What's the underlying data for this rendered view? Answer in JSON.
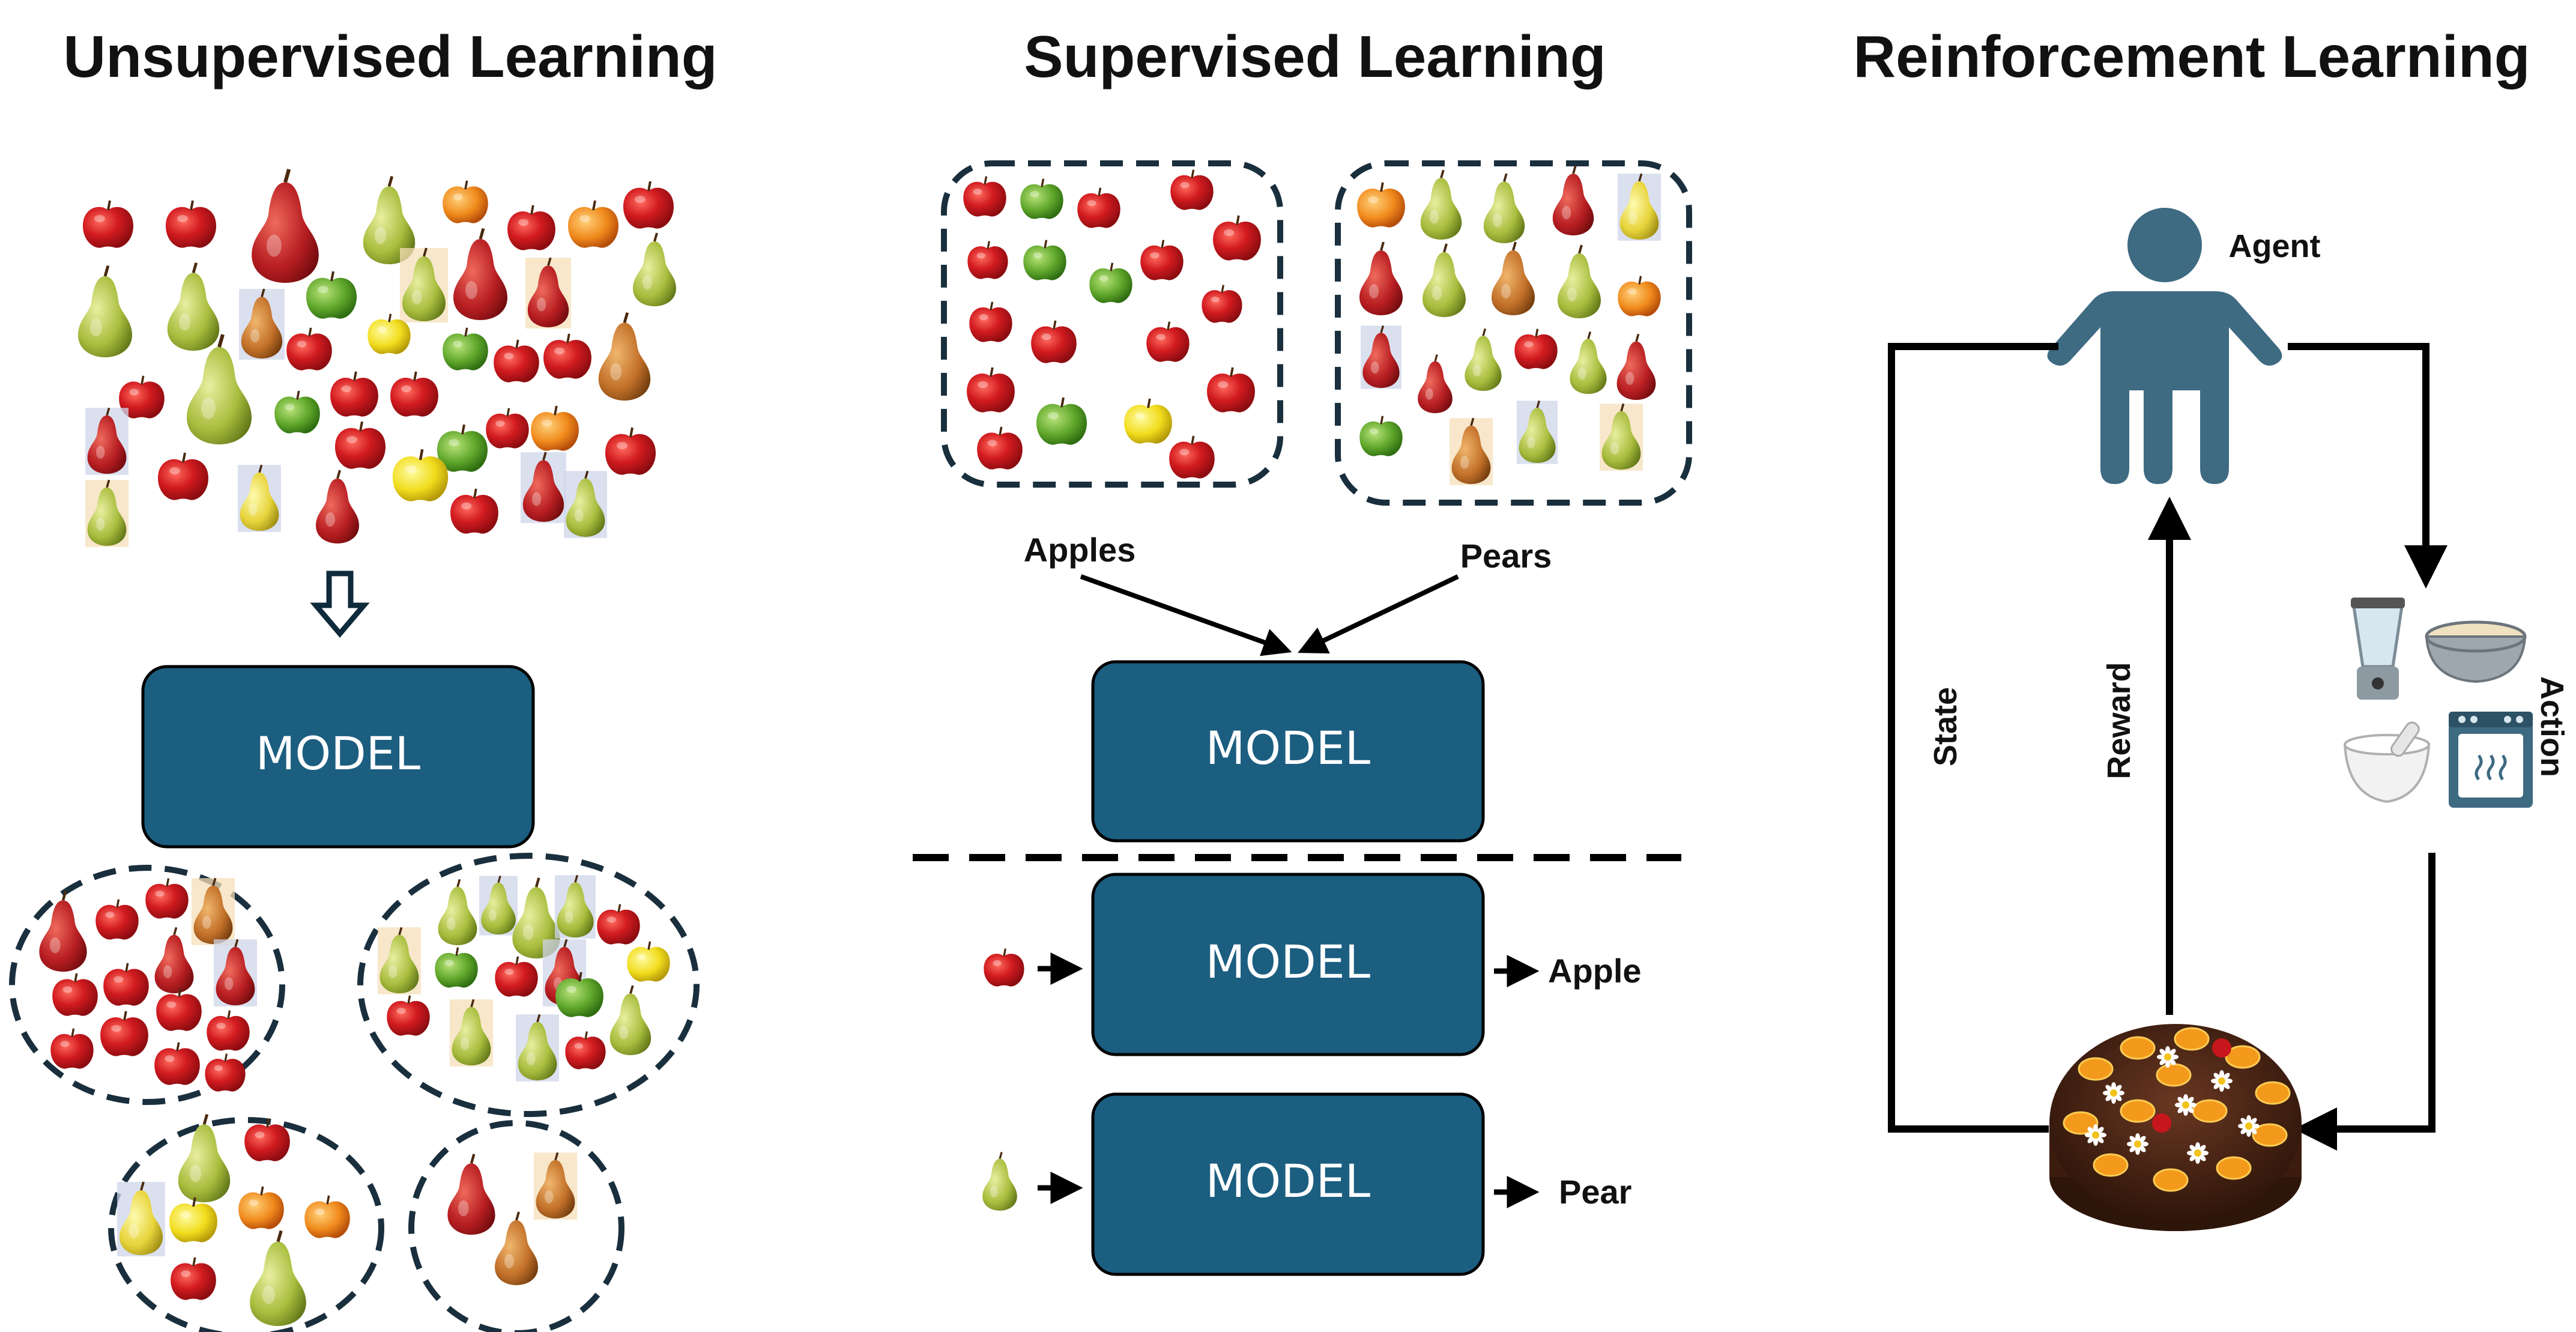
{
  "headings": {
    "unsupervised": "Unsupervised Learning",
    "supervised": "Supervised Learning",
    "reinforcement": "Reinforcement Learning"
  },
  "model_label": "MODEL",
  "supervised": {
    "label_apples": "Apples",
    "label_pears": "Pears",
    "output_apple": "Apple",
    "output_pear": "Pear"
  },
  "reinforcement": {
    "agent": "Agent",
    "state": "State",
    "reward": "Reward",
    "action": "Action"
  },
  "colors": {
    "model_fill": "#1b5e80",
    "agent": "#3e6a82",
    "apple_red": "#c8161d",
    "pear_green": "#9cb33a",
    "pear_orange": "#c7732b",
    "cake": "#4a2616"
  },
  "icons": [
    "apple-icon",
    "pear-icon",
    "agent-person-icon",
    "blender-icon",
    "mixing-bowl-icon",
    "mortar-icon",
    "oven-icon",
    "cake-icon"
  ]
}
